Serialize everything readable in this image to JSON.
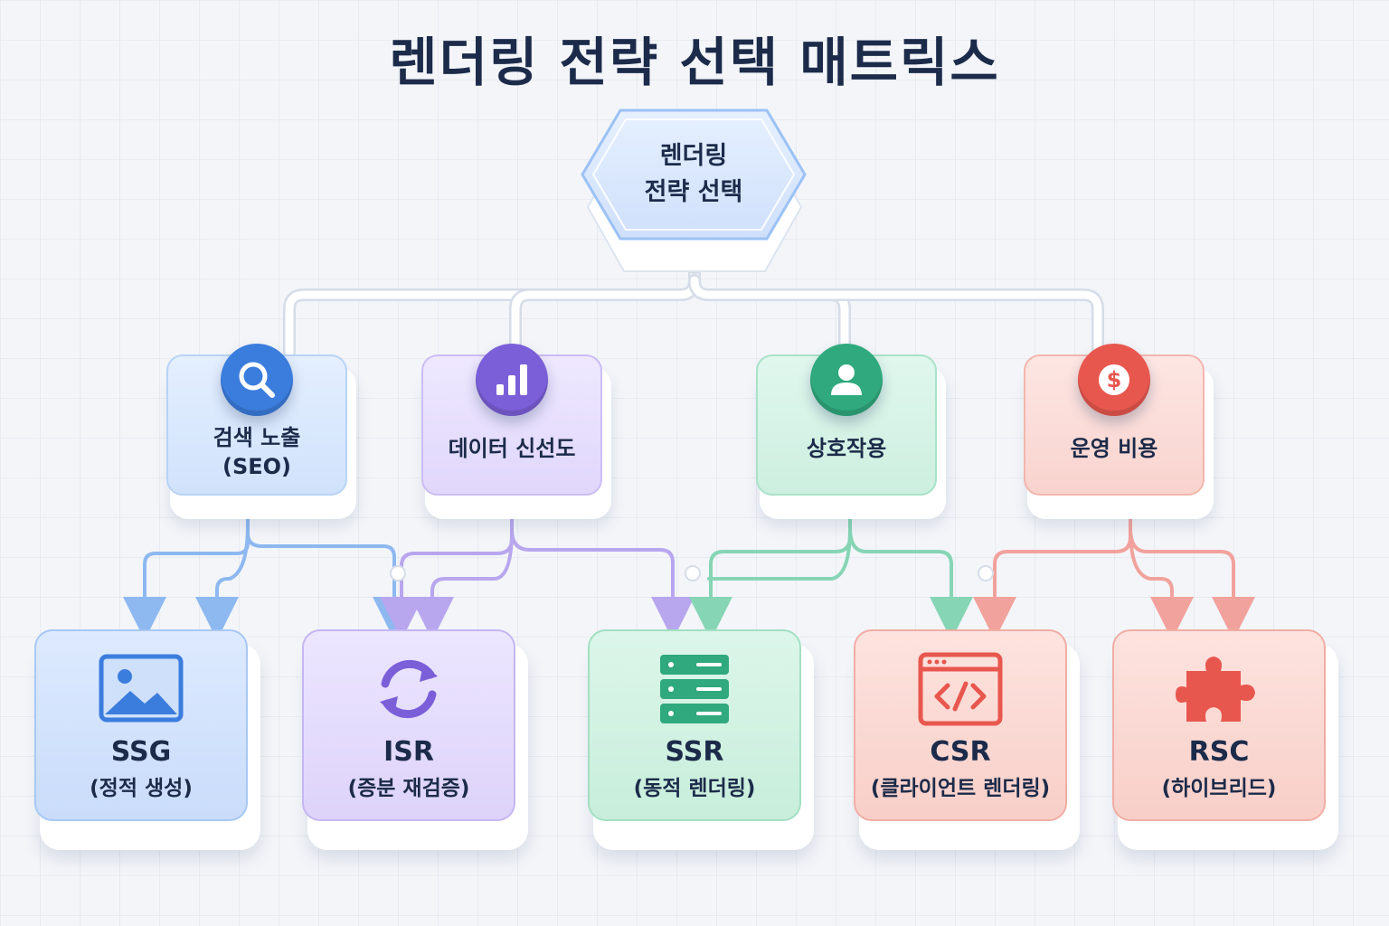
{
  "title": "렌더링 전략 선택 매트릭스",
  "root": {
    "line1": "렌더링",
    "line2": "전략 선택"
  },
  "criteria": [
    {
      "line1": "검색 노출",
      "line2": "(SEO)",
      "icon": "search-icon",
      "color": "#3b7ddd"
    },
    {
      "line1": "데이터 신선도",
      "line2": "",
      "icon": "bar-chart-icon",
      "color": "#7b5fd8"
    },
    {
      "line1": "상호작용",
      "line2": "",
      "icon": "user-icon",
      "color": "#2fa97d"
    },
    {
      "line1": "운영 비용",
      "line2": "",
      "icon": "dollar-icon",
      "color": "#e8574e"
    }
  ],
  "strategies": [
    {
      "name": "SSG",
      "sub": "(정적 생성)",
      "icon": "image-icon",
      "color": "#3b7ddd"
    },
    {
      "name": "ISR",
      "sub": "(증분 재검증)",
      "icon": "refresh-icon",
      "color": "#7b5fd8"
    },
    {
      "name": "SSR",
      "sub": "(동적 렌더링)",
      "icon": "server-icon",
      "color": "#2fa97d"
    },
    {
      "name": "CSR",
      "sub": "(클라이언트 렌더링)",
      "icon": "code-window-icon",
      "color": "#e8574e"
    },
    {
      "name": "RSC",
      "sub": "(하이브리드)",
      "icon": "puzzle-icon",
      "color": "#e8574e"
    }
  ]
}
